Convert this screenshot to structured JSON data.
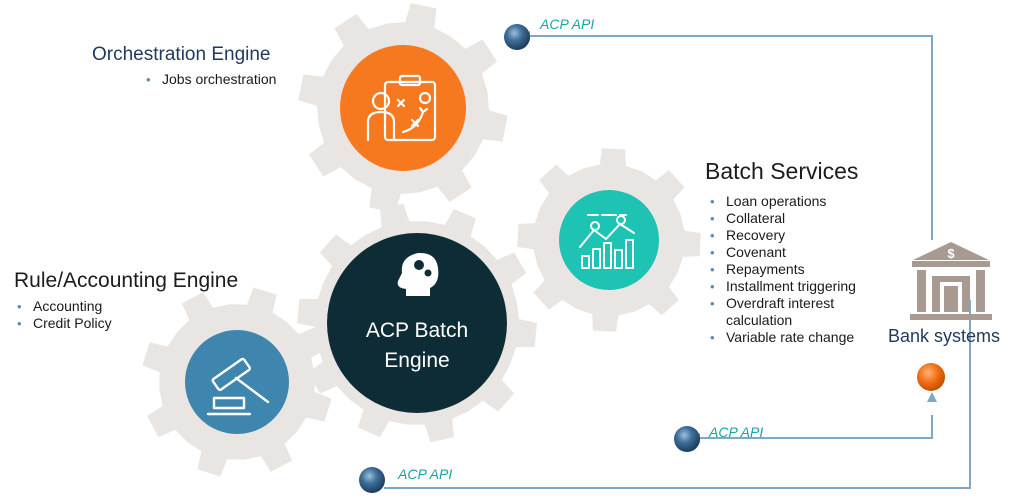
{
  "orchestration": {
    "title": "Orchestration Engine",
    "items": [
      "Jobs orchestration"
    ]
  },
  "rule_engine": {
    "title": "Rule/Accounting Engine",
    "items": [
      "Accounting",
      "Credit Policy"
    ]
  },
  "batch_services": {
    "title": "Batch Services",
    "items": [
      "Loan operations",
      "Collateral",
      "Recovery",
      "Covenant",
      "Repayments",
      "Installment triggering",
      "Overdraft interest",
      "calculation",
      "Variable rate change"
    ]
  },
  "center": {
    "line1": "ACP Batch",
    "line2": "Engine"
  },
  "bank": {
    "label": "Bank systems"
  },
  "api_labels": [
    "ACP API",
    "ACP API",
    "ACP API"
  ],
  "colors": {
    "gear": "#e9e5e2",
    "orange": "#f7791f",
    "teal": "#1fc3b3",
    "steel": "#3f86ae",
    "dark": "#0e2c36",
    "line": "#7fa8c6",
    "bank": "#a89a90"
  },
  "icons": [
    "strategy-board-icon",
    "growth-chart-icon",
    "gavel-icon",
    "brain-head-icon",
    "bank-building-icon"
  ]
}
